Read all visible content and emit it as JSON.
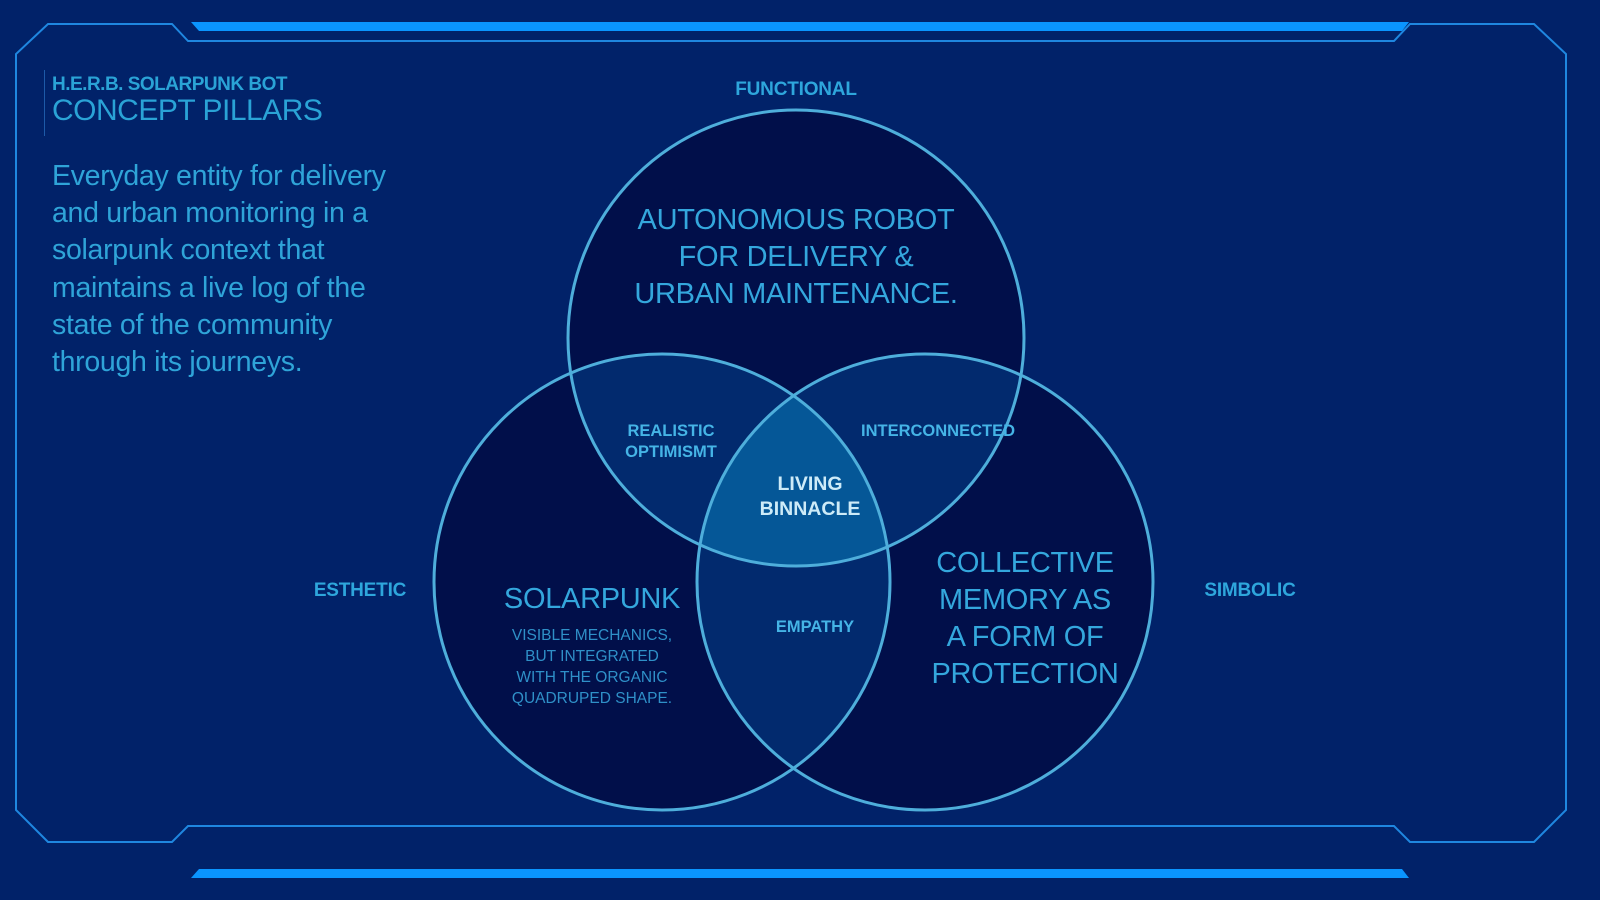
{
  "header": {
    "brand": "H.E.R.B.",
    "kicker_rest": " SOLARPUNK BOT",
    "title": "CONCEPT PILLARS"
  },
  "description": "Everyday entity for delivery and urban monitoring in a solarpunk context that maintains a live log of the state of the community through its journeys.",
  "venn": {
    "axis_labels": {
      "top": "FUNCTIONAL",
      "left": "ESTHETIC",
      "right": "SIMBOLIC"
    },
    "circles": {
      "top": "AUTONOMOUS ROBOT FOR DELIVERY & URBAN MAINTENANCE.",
      "top_lines": [
        "AUTONOMOUS ROBOT",
        "FOR DELIVERY &",
        "URBAN MAINTENANCE."
      ],
      "left_title": "SOLARPUNK",
      "left_sub_lines": [
        "VISIBLE MECHANICS,",
        "BUT INTEGRATED",
        "WITH THE ORGANIC",
        "QUADRUPED SHAPE."
      ],
      "right_lines": [
        "COLLECTIVE",
        "MEMORY AS",
        "A FORM OF",
        "PROTECTION"
      ]
    },
    "intersections": {
      "top_left_lines": [
        "REALISTIC",
        "OPTIMISMT"
      ],
      "top_right": "INTERCONNECTED",
      "bottom": "EMPATHY",
      "center_lines": [
        "LIVING",
        "BINNACLE"
      ]
    }
  },
  "colors": {
    "background": "#012269",
    "circle_fill": "#010f4a",
    "pair_fill": "#022a6e",
    "center_fill": "#055797",
    "stroke": "#4eaedb",
    "accent_bar": "#0a95ff",
    "frame_line": "#1f87e0"
  }
}
